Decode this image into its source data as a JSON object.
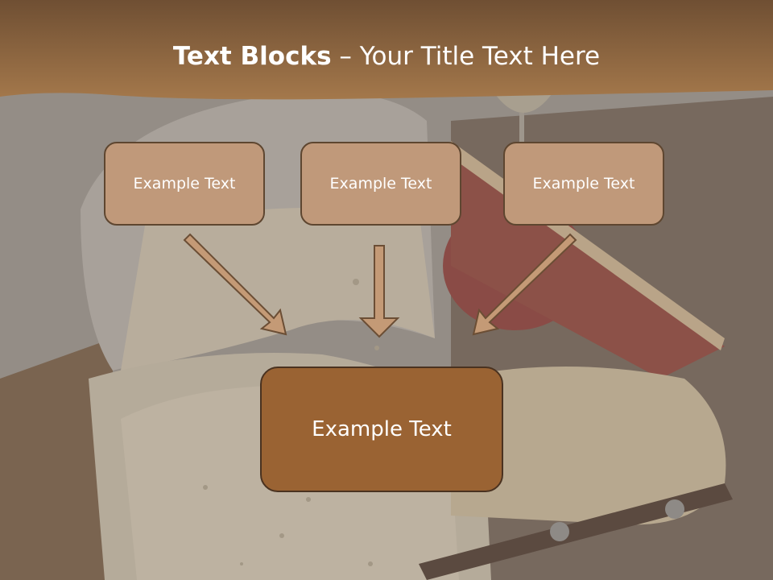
{
  "title": {
    "bold": "Text Blocks",
    "separator": "–",
    "subtitle": "Your Title Text Here"
  },
  "blocks": [
    {
      "text": "Example Text"
    },
    {
      "text": "Example Text"
    },
    {
      "text": "Example Text"
    }
  ],
  "center_block": {
    "text": "Example Text"
  },
  "colors": {
    "header": "#8f6438",
    "small_box_fill": "#c0997a",
    "big_box_fill": "#9a6333",
    "arrow_fill": "#c49a76",
    "arrow_stroke": "#6b4e35"
  }
}
